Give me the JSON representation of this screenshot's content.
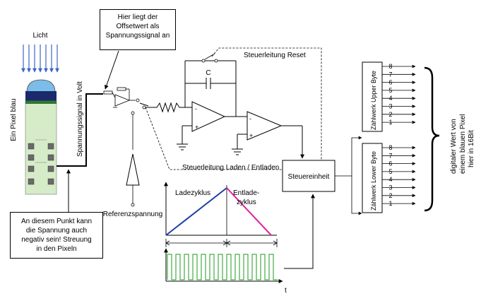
{
  "labels": {
    "light": "Licht",
    "pixel_blue": "Ein Pixel blau",
    "voltage_signal": "Spannungssignal in Volt",
    "reset_line": "Steuerleitung Reset",
    "capacitor": "C",
    "charge_discharge_line": "Steuerleitung Laden / Entladen",
    "control_unit": "Steuereinheit",
    "reference_voltage": "Referenzspannung",
    "charge_cycle": "Ladezyklus",
    "discharge_cycle_1": "Entlade-",
    "discharge_cycle_2": "zyklus",
    "time_axis": "t",
    "counter_upper": "Zählwerk Upper Byte",
    "counter_lower": "Zählwerk Lower Byte",
    "bit_numbers": [
      "8",
      "7",
      "6",
      "5",
      "4",
      "3",
      "2",
      "1"
    ],
    "result_line1": "digitaler Wert von",
    "result_line2": "einem blauen Pixel",
    "result_line3": "hier in 16Bit"
  },
  "callout_offset": {
    "line1": "Hier liegt der",
    "line2": "Offsetwert als",
    "line3": "Spannungssignal an"
  },
  "callout_pixel": {
    "line1": "An diesem Punkt kann",
    "line2": "die Spannung auch",
    "line3": "negativ sein! Streuung",
    "line4": "in den Pixeln"
  },
  "colors": {
    "light_arrows": "#3c64c8",
    "lens": "#7bbde8",
    "sensor_dark": "#1a2a6a",
    "pixel_green": "#d6ecc8",
    "charge_ramp": "#1f3fa8",
    "discharge_ramp": "#e0209a",
    "clock": "#1e9a1e"
  }
}
